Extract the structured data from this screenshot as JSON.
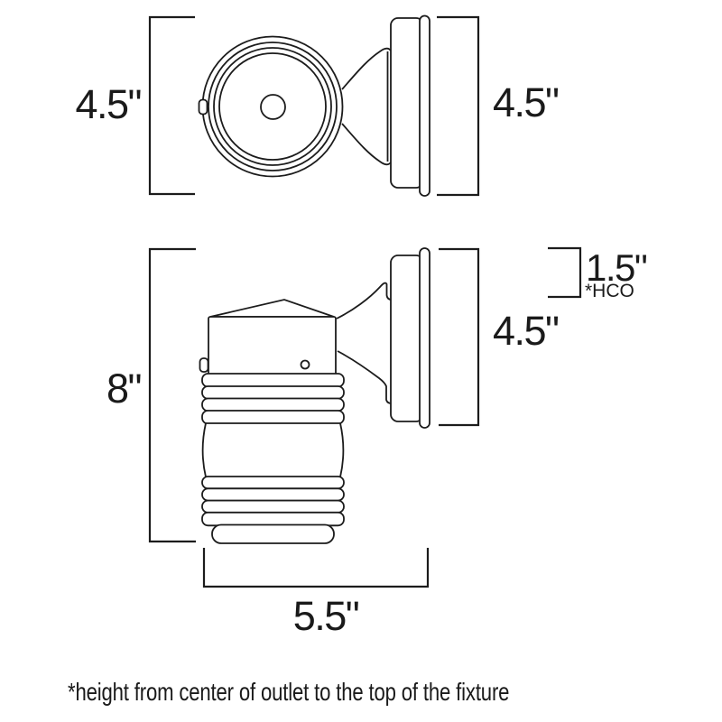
{
  "canvas": {
    "background": "#ffffff",
    "line_color": "#1c1c1c",
    "text_color": "#1a1a1a"
  },
  "front_view": {
    "height_dim": "4.5\"",
    "depth_dim": "4.5\""
  },
  "side_view": {
    "height_dim": "8\"",
    "backplate_dim": "4.5\"",
    "hco_dim": "1.5\"",
    "hco_abbr": "*HCO",
    "width_dim": "5.5\""
  },
  "footnote": "*height from center of outlet to the top of the fixture"
}
